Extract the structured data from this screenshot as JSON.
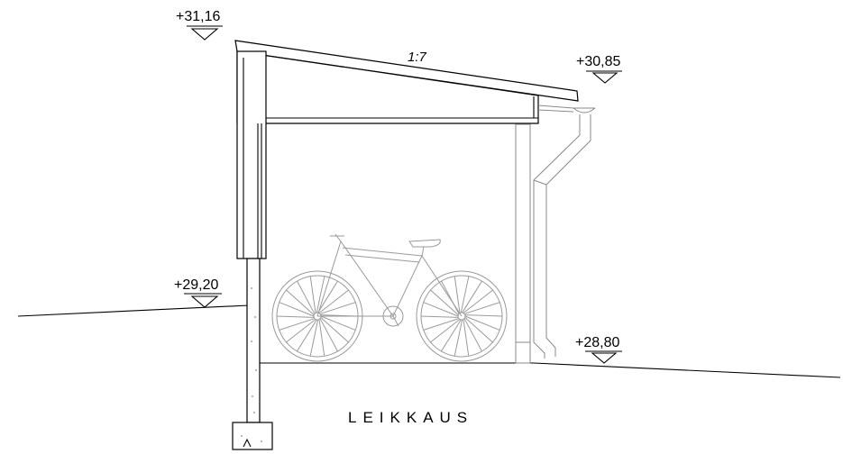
{
  "drawing": {
    "title": "LEIKKAUS",
    "roof_slope": "1:7",
    "levels": [
      {
        "id": "roof-high",
        "label": "+31,16"
      },
      {
        "id": "roof-low",
        "label": "+30,85"
      },
      {
        "id": "ground-left",
        "label": "+29,20"
      },
      {
        "id": "ground-right",
        "label": "+28,80"
      }
    ]
  },
  "colors": {
    "line": "#000000",
    "light_line": "#8a8a8a",
    "background": "#ffffff"
  }
}
